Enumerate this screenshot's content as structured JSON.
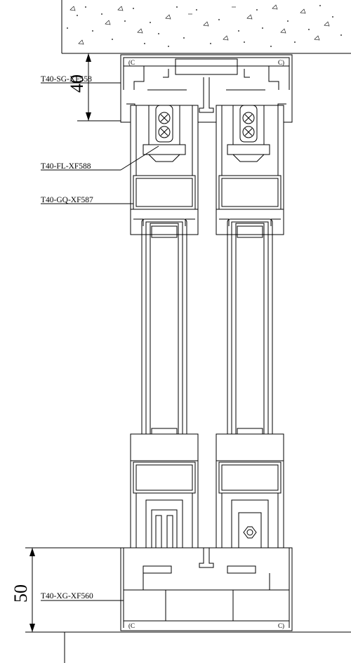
{
  "labels": {
    "top_rail": "T40-SG-XF558",
    "interlock": "T40-FL-XF588",
    "sash_profile": "T40-GQ-XF587",
    "bottom_rail": "T40-XG-XF560"
  },
  "dimensions": {
    "top": "40",
    "bottom": "50"
  }
}
